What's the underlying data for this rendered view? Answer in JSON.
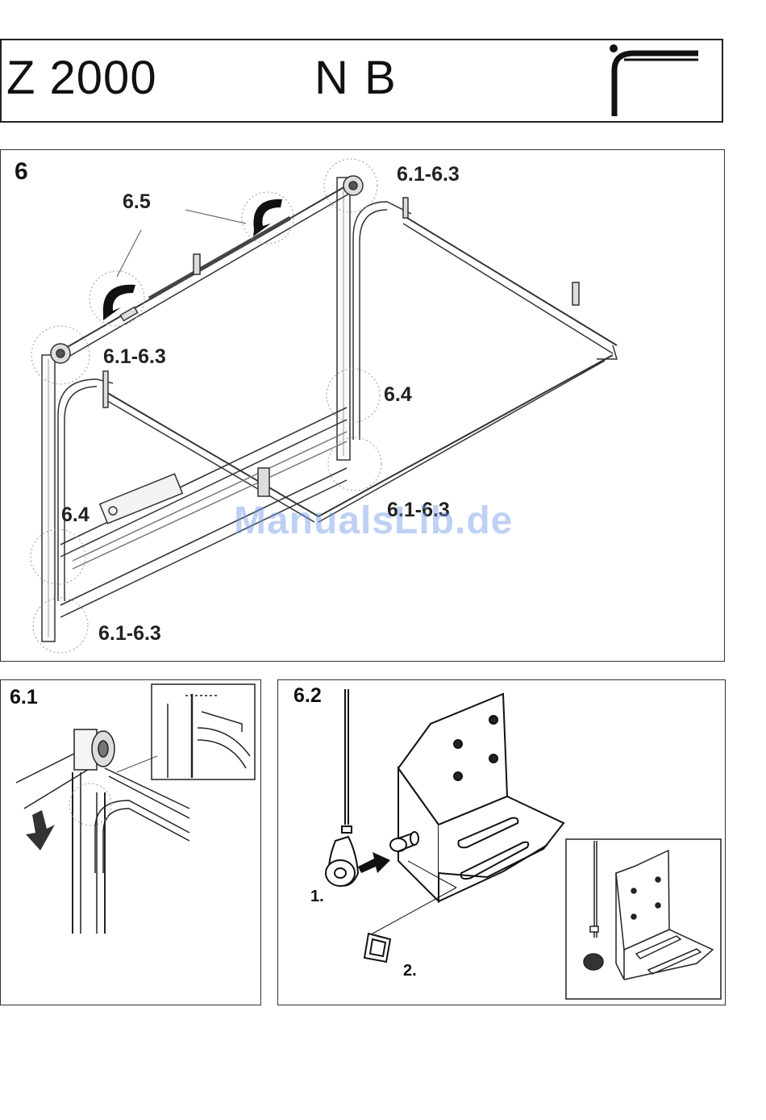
{
  "header": {
    "model": "Z 2000",
    "variant": "N B"
  },
  "watermark": "ManualsLib.de",
  "step6": {
    "number": "6",
    "labels": {
      "top_right": "6.1-6.3",
      "shaft": "6.5",
      "left_top": "6.1-6.3",
      "right_mid": "6.4",
      "left_mid": "6.4",
      "right_low": "6.1-6.3",
      "left_bottom": "6.1-6.3"
    }
  },
  "step61": {
    "number": "6.1"
  },
  "step62": {
    "number": "6.2",
    "sub1": "1.",
    "sub2": "2."
  }
}
